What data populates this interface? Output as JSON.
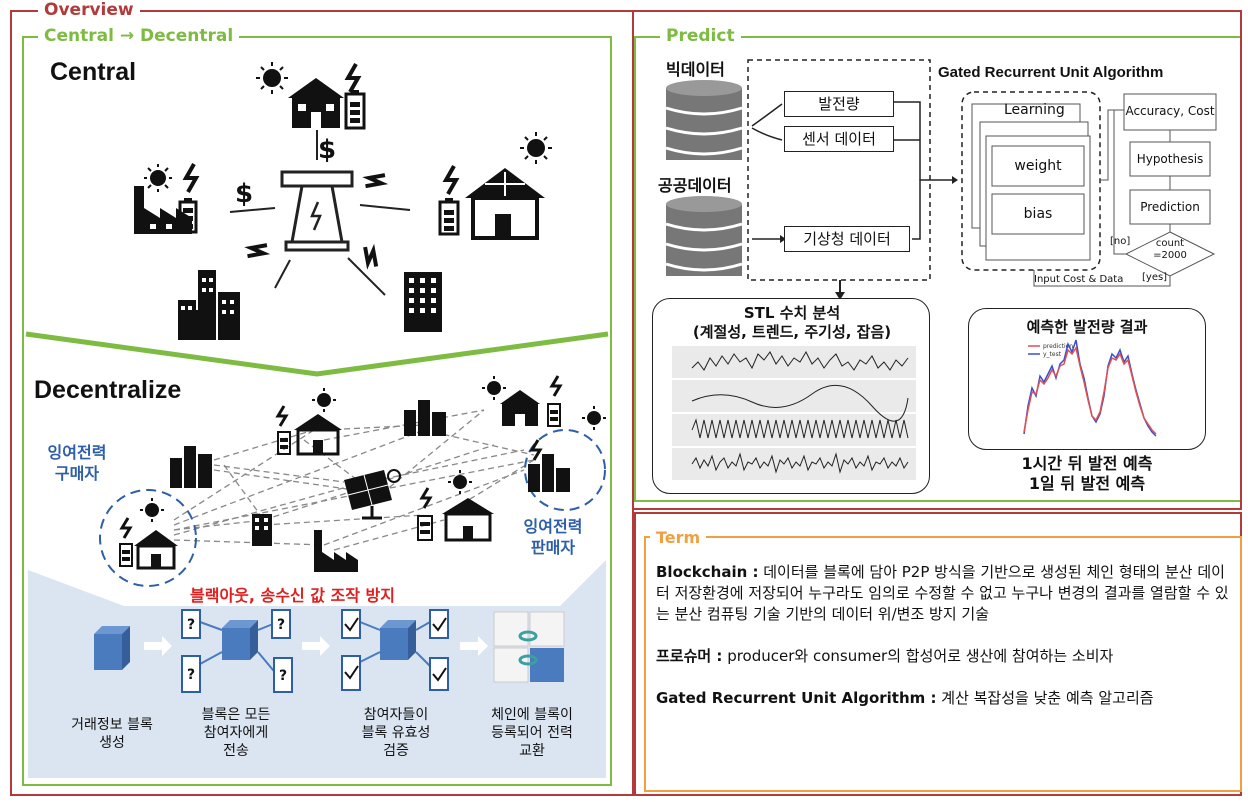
{
  "overview": {
    "title": "Overview"
  },
  "central_panel": {
    "title": "Central → Decentral",
    "central_label": "Central",
    "decentral_label": "Decentralize",
    "buyer_label": [
      "잉여전력",
      "구매자"
    ],
    "seller_label": [
      "잉여전력",
      "판매자"
    ],
    "warning": "블랙아웃, 송수신 값 조작 방지",
    "dollar": "$",
    "steps": [
      {
        "caption": [
          "거래정보 블록",
          "생성"
        ]
      },
      {
        "caption": [
          "블록은 모든",
          "참여자에게",
          "전송"
        ]
      },
      {
        "caption": [
          "참여자들이",
          "블록 유효성",
          "검증"
        ]
      },
      {
        "caption": [
          "체인에 블록이",
          "등록되어 전력",
          "교환"
        ]
      }
    ],
    "q_mark": "?"
  },
  "predict_panel": {
    "title": "Predict",
    "bigdata_label": "빅데이터",
    "public_label": "공공데이터",
    "boxes": {
      "generation": "발전량",
      "sensor": "센서 데이터",
      "weather": "기상청 데이터"
    },
    "gru_title": "Gated Recurrent Unit Algorithm",
    "learning": "Learning",
    "weight": "weight",
    "bias": "bias",
    "flow": {
      "accuracy": "Accuracy, Cost",
      "hypothesis": "Hypothesis",
      "prediction": "Prediction",
      "count": [
        "count",
        "=2000"
      ],
      "no": "[no]",
      "yes": "[yes]",
      "input_cost": "Input Cost & Data"
    },
    "stl_title": [
      "STL 수치 분석",
      "(계절성, 트렌드, 주기성, 잡음)"
    ],
    "result_title": "예측한 발전량 결과",
    "result_legend": [
      "prediction",
      "y_test"
    ],
    "forecast": [
      "1시간 뒤 발전 예측",
      "1일 뒤 발전 예측"
    ]
  },
  "term_panel": {
    "title": "Term",
    "entries": [
      {
        "term": "Blockchain :",
        "desc": " 데이터를 블록에 담아 P2P 방식을 기반으로 생성된 체인 형태의 분산 데이터 저장환경에 저장되어 누구라도 임의로 수정할 수 없고 누구나 변경의 결과를 열람할 수 있는 분산 컴퓨팅 기술 기반의 데이터 위/변조 방지 기술"
      },
      {
        "term": "프로슈머 :",
        "desc": " producer와 consumer의 합성어로 생산에 참여하는 소비자"
      },
      {
        "term": "Gated Recurrent Unit Algorithm :",
        "desc": " 계산 복잡성을 낮춘 예측 알고리즘"
      }
    ]
  },
  "colors": {
    "green": "#7dbb42",
    "red": "#b23a3a",
    "orange": "#f0a040",
    "blue": "#2e5ea8",
    "cube": "#4a7bbf",
    "light_blue": "#dbe5f1"
  }
}
